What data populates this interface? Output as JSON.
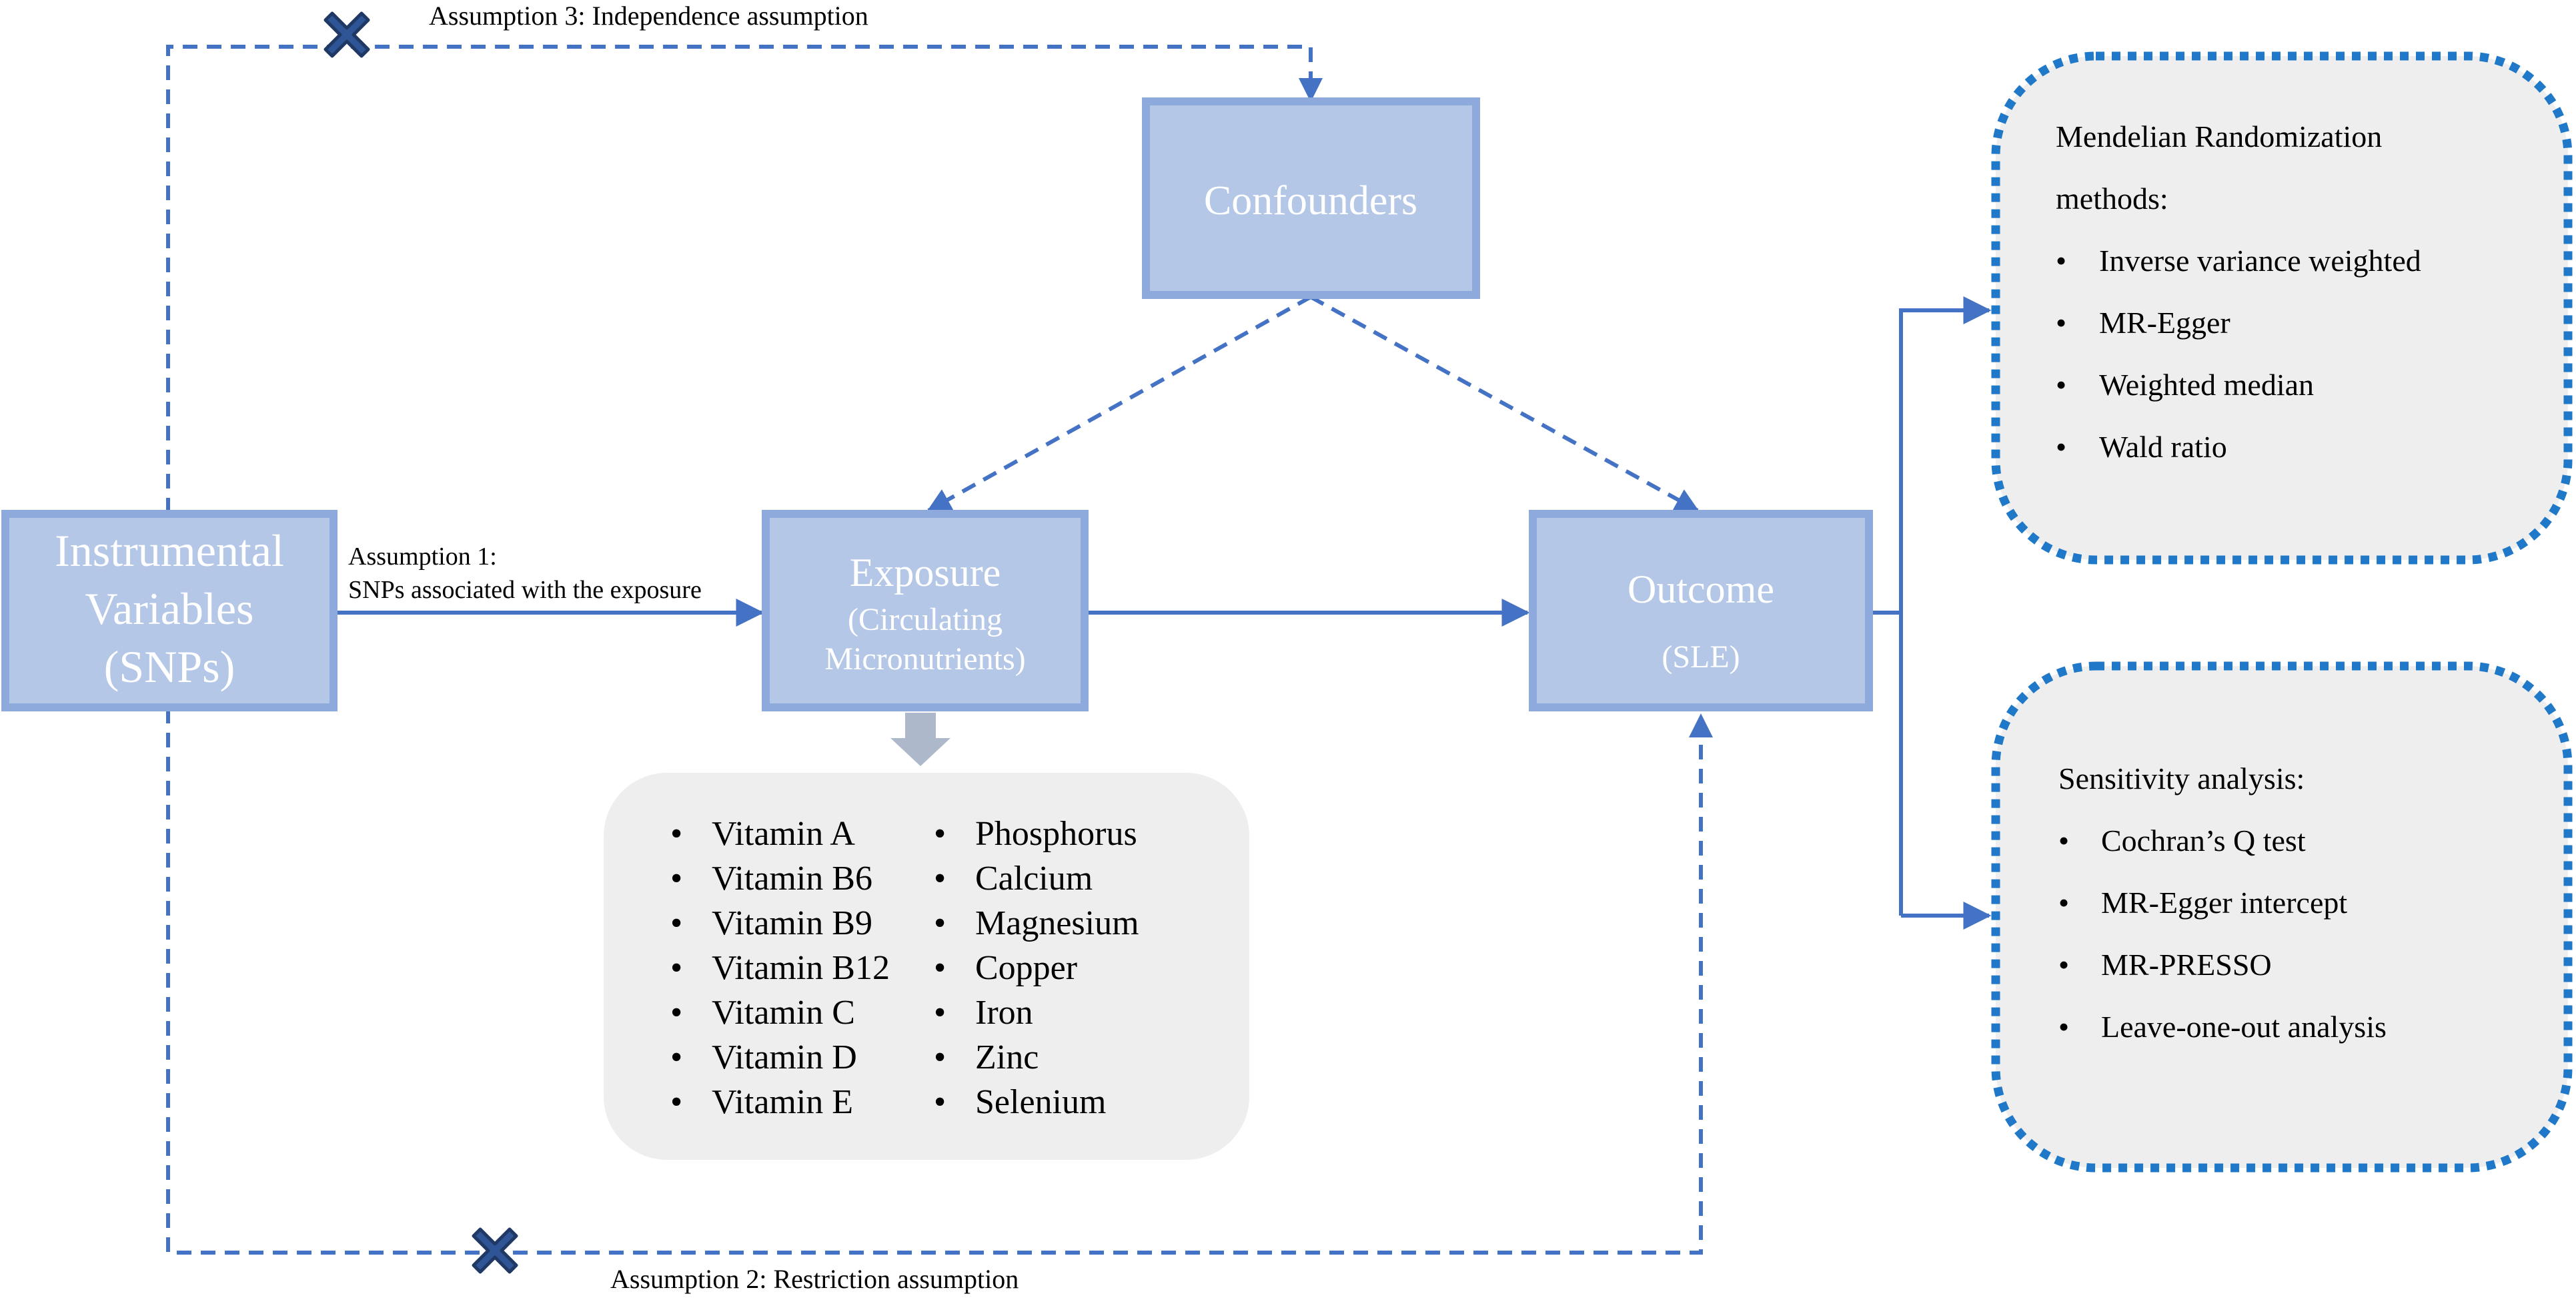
{
  "colors": {
    "box_fill": "#B4C7E7",
    "box_border": "#8EA9DB",
    "box_text": "#FFFFFF",
    "arrow": "#4472C4",
    "dashed": "#4472C4",
    "cross_fill": "#2F5597",
    "cross_stroke": "#1F3864",
    "panel_fill": "#EEEEEE",
    "panel_border": "#1F78C8",
    "block_arrow": "#ADB9CA",
    "text": "#000000"
  },
  "nodes": {
    "iv": {
      "lines": [
        "Instrumental",
        "Variables",
        "(SNPs)"
      ]
    },
    "confounders": {
      "label": "Confounders"
    },
    "exposure": {
      "lines": [
        "Exposure",
        "(Circulating",
        "Micronutrients)"
      ]
    },
    "outcome": {
      "lines": [
        "Outcome",
        "(SLE)"
      ]
    }
  },
  "assumptions": {
    "a1_line1": "Assumption 1:",
    "a1_line2": "SNPs associated with the exposure",
    "a2": "Assumption 2: Restriction assumption",
    "a3": "Assumption 3: Independence assumption"
  },
  "micronutrients": {
    "left": [
      "Vitamin A",
      "Vitamin B6",
      "Vitamin B9",
      "Vitamin B12",
      "Vitamin C",
      "Vitamin D",
      "Vitamin E"
    ],
    "right": [
      "Phosphorus",
      "Calcium",
      "Magnesium",
      "Copper",
      "Iron",
      "Zinc",
      "Selenium"
    ]
  },
  "mr_methods": {
    "title_line1": "Mendelian Randomization",
    "title_line2": "methods:",
    "items": [
      "Inverse variance weighted",
      "MR-Egger",
      "Weighted median",
      "Wald ratio"
    ]
  },
  "sensitivity": {
    "title": "Sensitivity analysis:",
    "items": [
      "Cochran’s Q test",
      "MR-Egger intercept",
      "MR-PRESSO",
      "Leave-one-out analysis"
    ]
  },
  "bullet": "•"
}
